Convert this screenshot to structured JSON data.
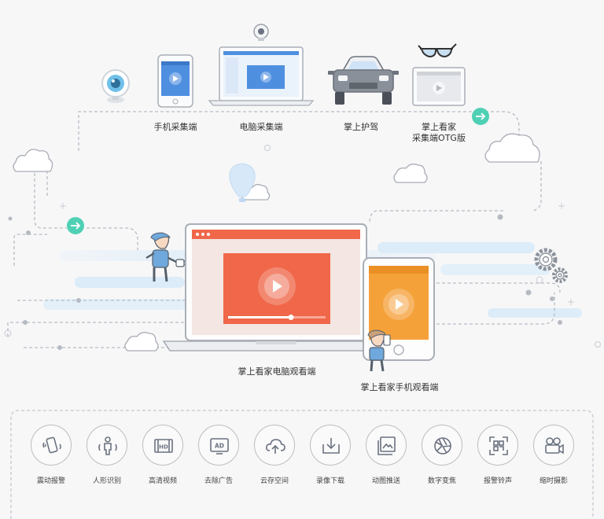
{
  "sources": [
    {
      "label": "手机采集端"
    },
    {
      "label": "电脑采集端"
    },
    {
      "label": "掌上护驾"
    },
    {
      "label": "掌上看家",
      "label2": "采集端OTG版"
    }
  ],
  "viewers": {
    "pc": "掌上看家电脑观看端",
    "mobile": "掌上看家手机观看端"
  },
  "features": [
    {
      "label": "震动报警",
      "icon": "phone-vibrate-icon"
    },
    {
      "label": "人形识别",
      "icon": "human-detect-icon"
    },
    {
      "label": "高清视频",
      "icon": "hd-video-icon"
    },
    {
      "label": "去除广告",
      "icon": "remove-ad-icon"
    },
    {
      "label": "云存空间",
      "icon": "cloud-upload-icon"
    },
    {
      "label": "录像下载",
      "icon": "download-icon"
    },
    {
      "label": "动图推送",
      "icon": "image-push-icon"
    },
    {
      "label": "数字变焦",
      "icon": "aperture-icon"
    },
    {
      "label": "报警铃声",
      "icon": "scan-icon"
    },
    {
      "label": "缩时摄影",
      "icon": "video-camera-icon"
    }
  ],
  "colors": {
    "accent_teal": "#4fd0b4",
    "pc_player": "#f0674a",
    "mobile_player": "#f5a13a",
    "screen_blue": "#4f8fe0"
  }
}
